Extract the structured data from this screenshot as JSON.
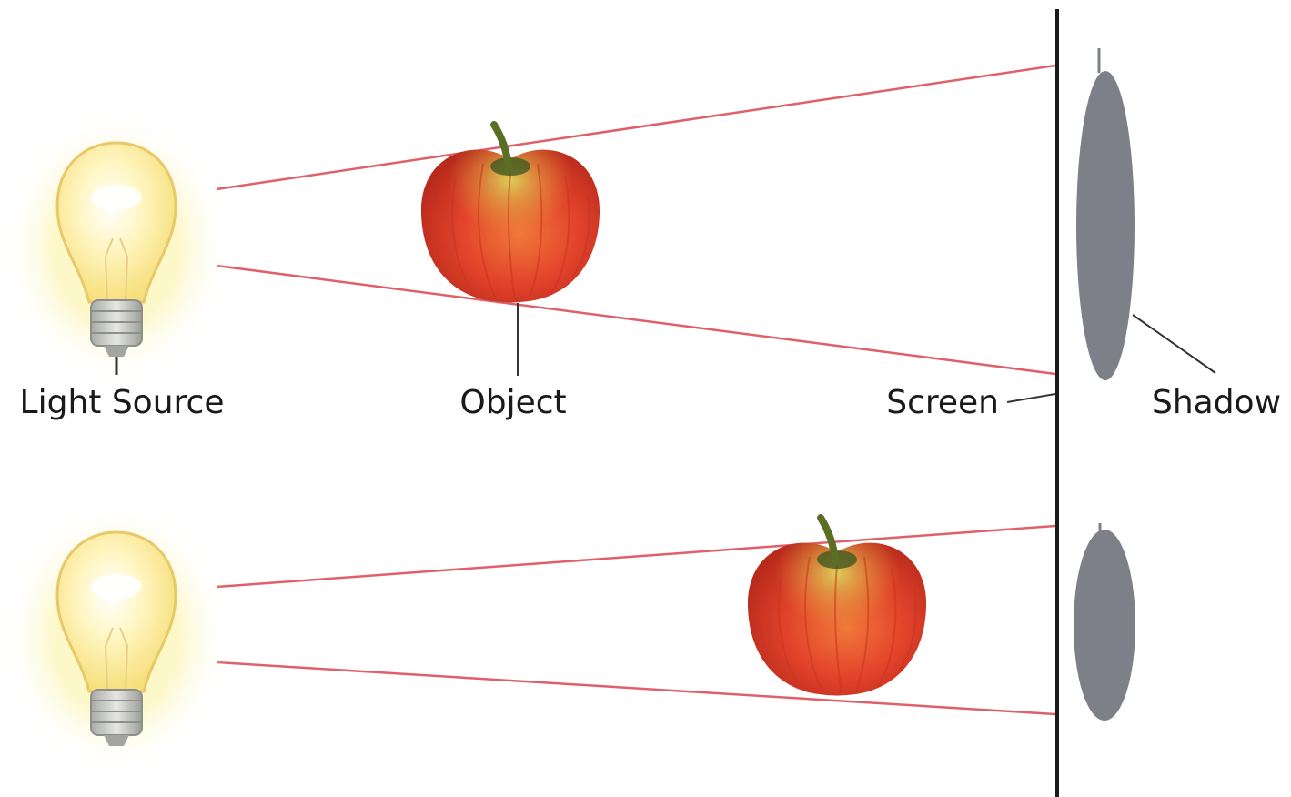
{
  "labels": {
    "light_source": "Light Source",
    "object": "Object",
    "screen": "Screen",
    "shadow": "Shadow"
  },
  "colors": {
    "ray": "#e0606a",
    "shadow": "#7d8088",
    "screen": "#1a1a1a",
    "apple_red": "#e2432b",
    "bulb_glow": "#fdf6b0"
  },
  "icons": [
    "light-bulb-icon",
    "apple-icon"
  ]
}
